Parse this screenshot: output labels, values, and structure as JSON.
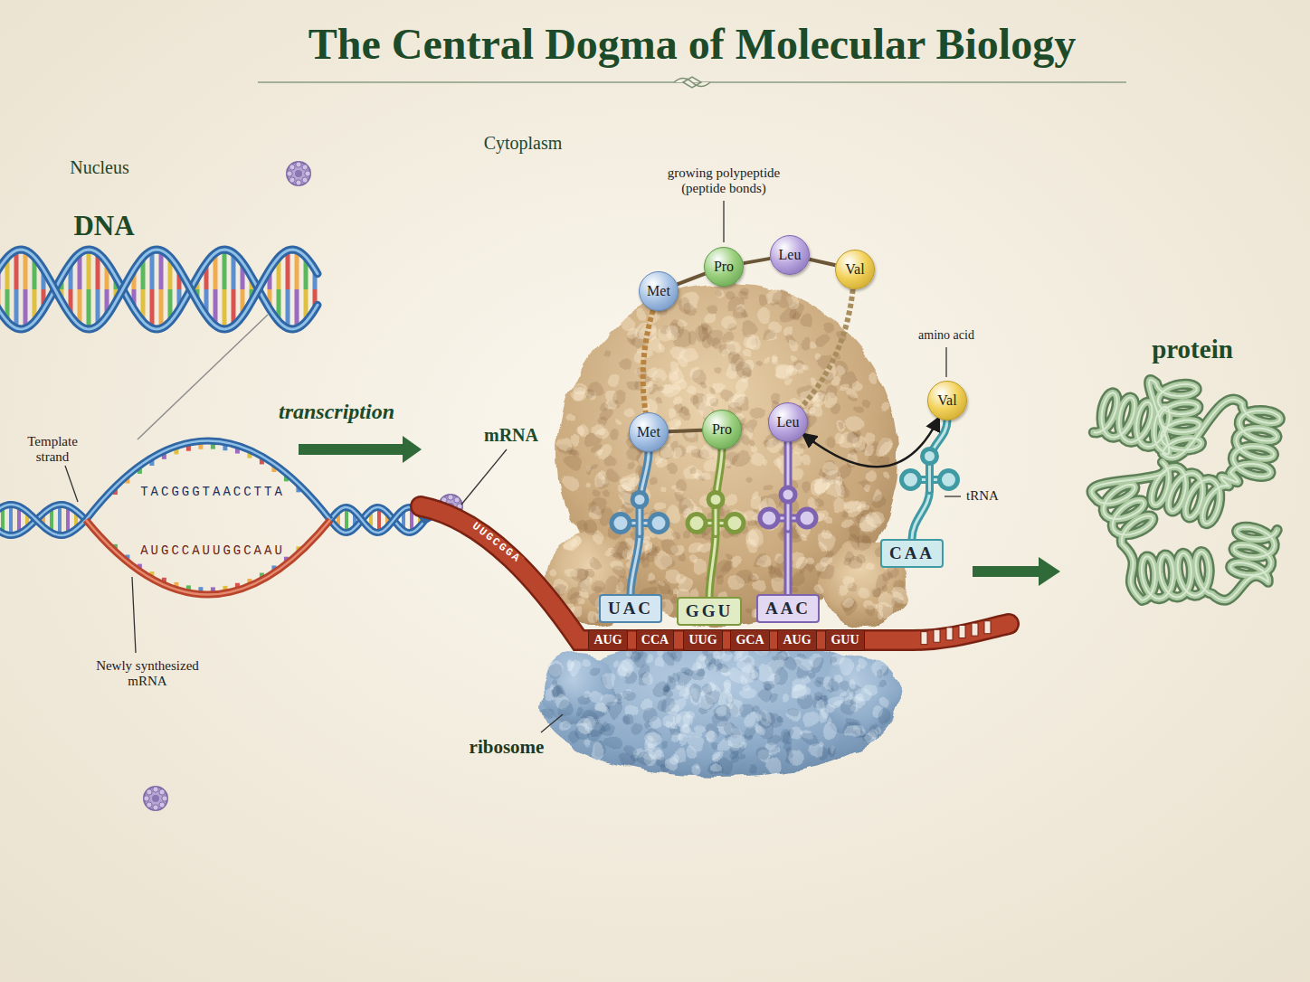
{
  "diagram": {
    "title": "The Central Dogma of Molecular Biology",
    "nodes": [
      {
        "text": [
          "Nucleus"
        ]
      },
      {
        "text": [
          "Met"
        ]
      },
      {
        "text": [
          "Pro"
        ]
      },
      {
        "text": [
          "Leu"
        ]
      },
      {
        "text": [
          "Val"
        ]
      },
      {
        "text": [
          "Met"
        ]
      },
      {
        "text": [
          "Pro"
        ]
      },
      {
        "text": [
          "Leu"
        ]
      },
      {
        "text": [
          "Val"
        ]
      },
      {
        "text": [
          "UAC"
        ]
      },
      {
        "text": [
          "GGU"
        ]
      },
      {
        "text": [
          "AAC"
        ]
      },
      {
        "text": [
          "CAA"
        ]
      },
      {
        "text": [
          "AUG"
        ]
      },
      {
        "text": [
          "CCA"
        ]
      },
      {
        "text": [
          "UUG"
        ]
      },
      {
        "text": [
          "GCA"
        ]
      },
      {
        "text": [
          "AUG"
        ]
      },
      {
        "text": [
          "GUU"
        ]
      }
    ],
    "edges": [
      {
        "from": 1,
        "to": 2,
        "arrow": "none"
      },
      {
        "from": 2,
        "to": 3,
        "arrow": "none"
      },
      {
        "from": 3,
        "to": 4,
        "arrow": "none"
      },
      {
        "from": 1,
        "to": 5,
        "arrow": "none"
      },
      {
        "from": 4,
        "to": 7,
        "arrow": "none"
      },
      {
        "from": 5,
        "to": 6,
        "arrow": "none"
      },
      {
        "from": 8,
        "to": 7,
        "arrow": "both"
      }
    ],
    "labels": [
      "Cytoplasm",
      "DNA",
      "transcription",
      "Template strand",
      "Newly synthesized mRNA",
      "mRNA",
      "growing polypeptide (peptide bonds)",
      "amino acid",
      "tRNA",
      "ribosome",
      "protein",
      "TACGGGTAACCTTA",
      "AUGCCAUUGGCAAU",
      "UUGCGGA"
    ]
  }
}
